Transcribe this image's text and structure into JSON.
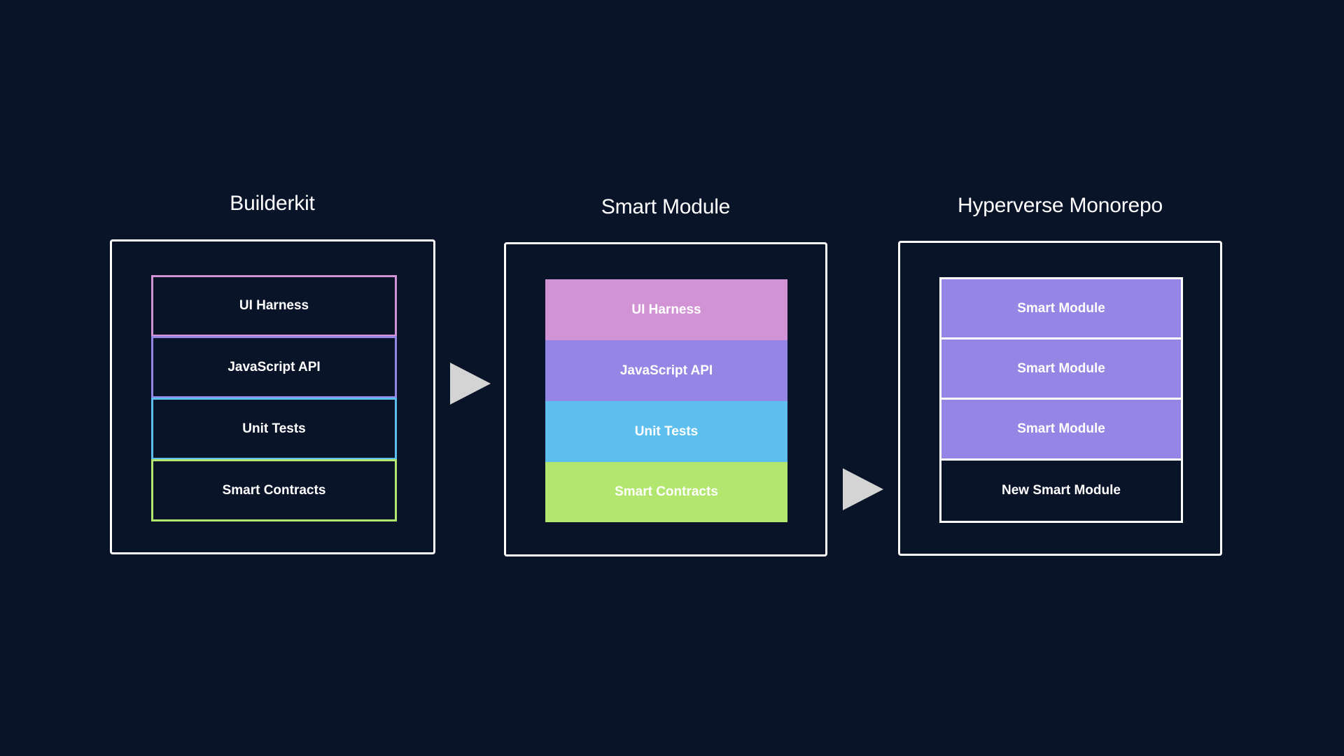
{
  "colors": {
    "background": "#0a1428",
    "panel_border": "#ffffff",
    "ui_harness": "#d293d4",
    "javascript_api": "#9585e4",
    "unit_tests": "#5dbfee",
    "smart_contracts": "#b3e66e",
    "arrow": "#d4d4d4"
  },
  "builderkit": {
    "title": "Builderkit",
    "layers": [
      {
        "label": "UI Harness",
        "color": "#d293d4"
      },
      {
        "label": "JavaScript API",
        "color": "#9585e4"
      },
      {
        "label": "Unit Tests",
        "color": "#5dbfee"
      },
      {
        "label": "Smart Contracts",
        "color": "#b3e66e"
      }
    ]
  },
  "smart_module": {
    "title": "Smart Module",
    "layers": [
      {
        "label": "UI Harness",
        "color": "#d293d4"
      },
      {
        "label": "JavaScript API",
        "color": "#9585e4"
      },
      {
        "label": "Unit Tests",
        "color": "#5dbfee"
      },
      {
        "label": "Smart Contracts",
        "color": "#b3e66e"
      }
    ]
  },
  "monorepo": {
    "title": "Hyperverse Monorepo",
    "layers": [
      {
        "label": "Smart Module",
        "color": "#9585e4"
      },
      {
        "label": "Smart Module",
        "color": "#9585e4"
      },
      {
        "label": "Smart Module",
        "color": "#9585e4"
      },
      {
        "label": "New Smart Module",
        "color": "#0a1428"
      }
    ]
  }
}
